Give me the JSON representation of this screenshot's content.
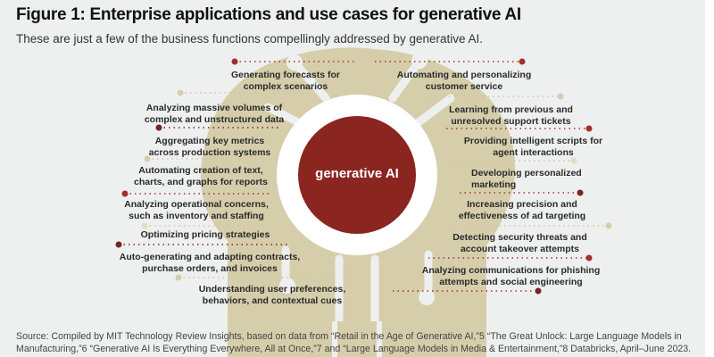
{
  "title": "Figure 1: Enterprise applications and use cases for generative AI",
  "subtitle": "These are just a few of the business functions compellingly addressed by generative AI.",
  "center_label": "generative AI",
  "left_items": [
    "Generating forecasts for complex scenarios",
    "Analyzing massive volumes of complex and unstructured data",
    "Aggregating key metrics across production systems",
    "Automating creation of text, charts, and graphs for reports",
    "Analyzing operational concerns, such as inventory and staffing",
    "Optimizing pricing strategies",
    "Auto-generating and adapting contracts, purchase orders, and invoices",
    "Understanding user preferences, behaviors, and contextual cues"
  ],
  "right_items": [
    "Automating and personalizing customer service",
    "Learning from previous and unresolved support tickets",
    "Providing intelligent scripts for agent interactions",
    "Developing personalized marketing",
    "Increasing precision and effectiveness of ad targeting",
    "Detecting security threats and account takeover attempts",
    "Analyzing communications for phishing attempts and social engineering"
  ],
  "source": "Source: Compiled by MIT Technology Review Insights, based on data from “Retail in the Age of Generative AI,”5 “The Great Unlock: Large Language Models in Manufacturing,”6 “Generative AI Is Everything Everywhere, All at Once,”7 and “Large Language Models in Media & Entertainment,”8 Databricks, April–June 2023.",
  "colors": {
    "red": "#a3302c",
    "dark_red": "#7a2321",
    "core": "#8b2520",
    "tan": "#d6ceab",
    "background": "#eef0ef"
  }
}
